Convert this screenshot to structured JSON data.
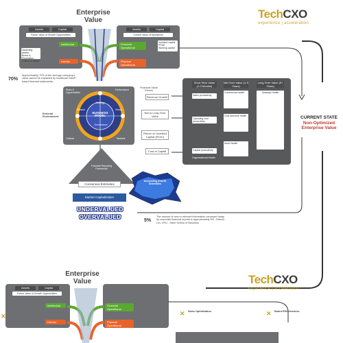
{
  "top": {
    "title": "Enterprise Value",
    "logo": {
      "brand_a": "Tech",
      "brand_b": "CXO",
      "tagline": "experience | acceleration"
    },
    "left_panel": {
      "col_a": "Assets",
      "col_b": "Capital",
      "header": "Future Value of Growth Opportunities",
      "green_label": "Intellectual",
      "orange_label": "Human",
      "items_left": [
        "Marketing assets",
        "Brand & Reputation",
        "Culture & values"
      ]
    },
    "right_panel": {
      "col_a": "Assets",
      "col_b": "Capital",
      "header": "Current Value of Operations",
      "green_label": "Financial Operational",
      "orange_label": "Physical Operational",
      "items_right": [
        "Invested capital",
        "PP&E",
        "Working capital"
      ]
    },
    "pct70": "70%",
    "pct70_note": "Approximately 70% of the average company's value cannot be explained by traditional GAAP-based financial statements.",
    "external": "External Environment",
    "business_model": "BUSINESS MODEL",
    "wheel_labels": [
      "Risks & Opportunities",
      "Performance",
      "Strategy",
      "Outlook",
      "Mission",
      "Vision",
      "Governance",
      "Markets"
    ],
    "financial_drivers": "Financial Value Drivers",
    "mid_boxes": [
      "Revenue Growth",
      "Net to Long-Term Value",
      "Return on Invested Capital (ROIC)",
      "Cost of Capital"
    ],
    "analysis": {
      "headers": [
        "Short Term Value (1-3 Months)",
        "Mid Term Value (1-5 Years)",
        "Long Term Value (5+ Years)"
      ],
      "rows": [
        "Sales productivity",
        "Operating cost productivity",
        "Capital productivity"
      ],
      "mid": [
        "Commercial health",
        "Cost structure health",
        "Asset health"
      ],
      "long": "Strategic Health",
      "footer": "Organizational Health"
    },
    "reporting": "Financial Reporting Framework",
    "accounting": "Accounting (GAAP) Distortions",
    "consensus": "Consensus Estimates",
    "market_cap": "Market Capitalization",
    "under": "UNDERVALUED",
    "over": "OVERVALUED",
    "pct5": "5%",
    "pct5_note": "The amount of new or relevant information conveyed today by corporate financial reports is approximately 5% - Baruch Lev, NYU - Stern School of Business",
    "state": {
      "l1": "CURRENT STATE",
      "l2": "Non-Optimized",
      "l3": "Enterprise Value"
    }
  },
  "bottom": {
    "title": "Enterprise Value",
    "logo": {
      "brand_a": "Tech",
      "brand_b": "CXO",
      "tagline": "experience | acceleration"
    },
    "left_panel": {
      "col_a": "Assets",
      "col_b": "Capital",
      "header": "Future Value of Growth Opportunities",
      "green_label": "Intellectual",
      "orange_label": "Human"
    },
    "right_panel": {
      "green_label": "Financial Operational",
      "orange_label": "Physical Operational"
    },
    "x_notes": [
      "Sales Optimization",
      "Board Effectiveness"
    ]
  },
  "colors": {
    "gold": "#c9a227",
    "green": "#5aa832",
    "orange": "#e8632b",
    "navy": "#2c5aa0",
    "panel": "#6d6f72",
    "wheel_blue": "#2c3e8a",
    "wheel_ring": "#f2a51a"
  }
}
